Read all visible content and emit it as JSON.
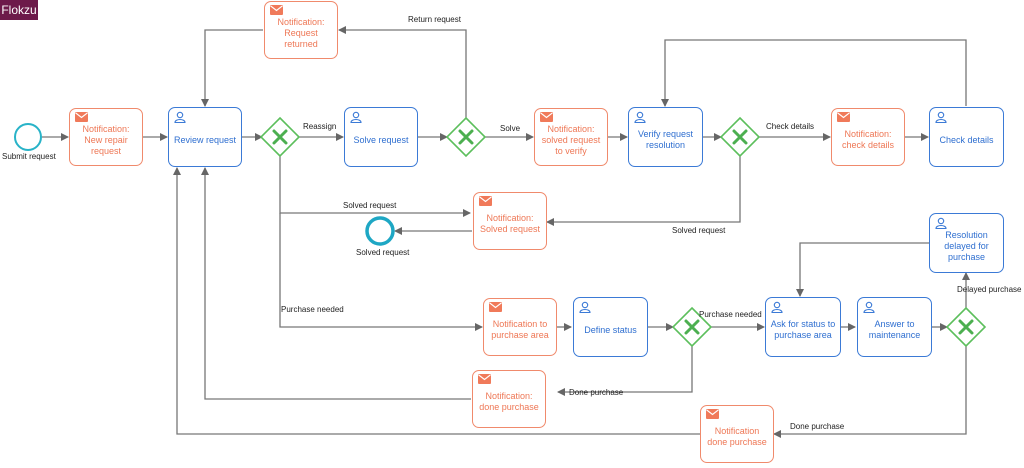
{
  "brand": {
    "logo_text": "Flokzu"
  },
  "colors": {
    "task": "#3b7ad6",
    "notification": "#f08a6c",
    "gateway": "#5cbf5c",
    "event": "#28b3c8",
    "edge": "#666666",
    "brand": "#6d1a4a"
  },
  "events": {
    "start": {
      "label": "Submit request",
      "icon": "start-event-circle"
    },
    "end": {
      "label": "Solved request",
      "icon": "end-event-circle"
    }
  },
  "tasks": {
    "review_request": "Review request",
    "solve_request": "Solve request",
    "verify_resolution": "Verify request resolution",
    "check_details": "Check details",
    "define_status": "Define status",
    "ask_status": "Ask for status to purchase area",
    "answer_maintenance": "Answer to maintenance",
    "resolution_delayed": "Resolution delayed for purchase"
  },
  "notifications": {
    "new_repair": "Notification: New repair request",
    "request_returned": "Notification: Request returned",
    "solved_to_verify": "Notification: solved request to verify",
    "check_details": "Notification: check details",
    "solved_request": "Notification: Solved request",
    "to_purchase_area": "Notification to purchase area",
    "done_purchase_1": "Notification: done purchase",
    "done_purchase_2": "Notification done purchase"
  },
  "edge_labels": {
    "return_request": "Return request",
    "reassign": "Reassign",
    "solve": "Solve",
    "check_details": "Check details",
    "solved_request_top": "Solved request",
    "solved_request_right": "Solved request",
    "purchase_needed_left": "Purchase needed",
    "purchase_needed_right": "Purchase needed",
    "done_purchase_1": "Done purchase",
    "done_purchase_2": "Done purchase",
    "delayed_purchase": "Delayed purchase"
  }
}
